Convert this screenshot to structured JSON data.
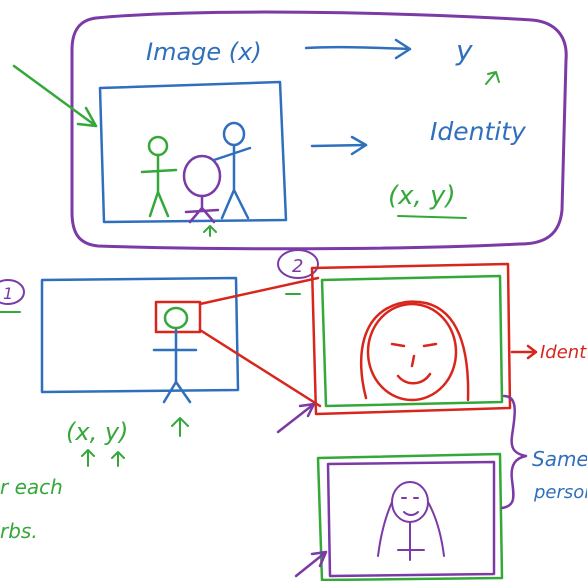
{
  "colors": {
    "purple": "#7b3aa6",
    "blue": "#2f6fbd",
    "green": "#35a83a",
    "red": "#d9261c",
    "background": "#ffffff"
  },
  "labels": {
    "top_image_x": "Image (x)",
    "top_y": "y",
    "top_identity": "Identity",
    "top_xy": "(x, y)",
    "circle_1": "1",
    "circle_2": "2",
    "bottom_xy": "(x, y)",
    "bottom_identity": "Identity",
    "same_line1": "Same",
    "same_line2": "person?",
    "left_line1": "r  each",
    "left_line2": "rbs."
  }
}
